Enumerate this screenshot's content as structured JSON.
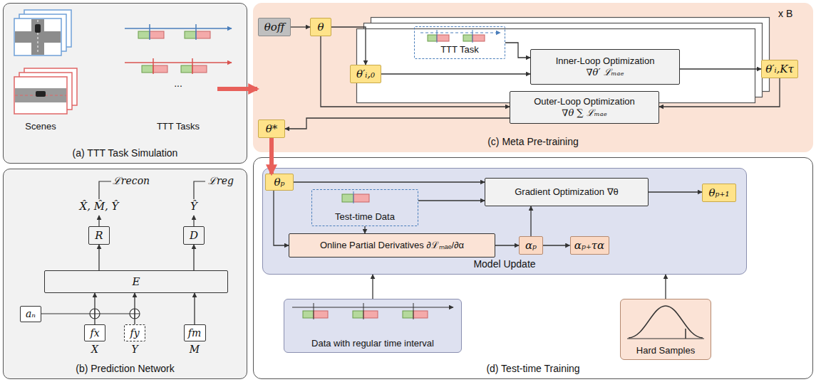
{
  "diagram": {
    "nodes": [
      {
        "text": [
          "(a) TTT Task Simulation"
        ]
      },
      {
        "text": [
          "(b) Prediction Network"
        ]
      },
      {
        "text": [
          "E"
        ],
        "in": 1
      },
      {
        "text": [
          "R"
        ],
        "in": 1
      },
      {
        "text": [
          "D"
        ],
        "in": 1
      },
      {
        "text": [
          "aₙ"
        ],
        "in": 1
      },
      {
        "text": [
          "fx"
        ],
        "in": 1
      },
      {
        "text": [
          "fy"
        ],
        "in": 1
      },
      {
        "text": [
          "fm"
        ],
        "in": 1
      },
      {
        "text": [
          "(c) Meta Pre-training"
        ]
      },
      {
        "text": [
          "θoff"
        ],
        "in": 9
      },
      {
        "text": [
          "θ"
        ],
        "in": 9
      },
      {
        "text": [
          "x B"
        ],
        "in": 9
      },
      {
        "text": [
          "θ′ᵢ,₀"
        ],
        "in": 12
      },
      {
        "text": [
          "TTT Task"
        ],
        "in": 12
      },
      {
        "text": [
          "Inner-Loop Optimization",
          "∇θ′ ℒₘₐₑ"
        ],
        "in": 12
      },
      {
        "text": [
          "θ′ᵢ,Kτ"
        ],
        "in": 9
      },
      {
        "text": [
          "Outer-Loop Optimization",
          "∇θ ∑ ℒₘₐₑ"
        ],
        "in": 9
      },
      {
        "text": [
          "θ*"
        ],
        "in": 9
      },
      {
        "text": [
          "(d) Test-time Training"
        ]
      },
      {
        "text": [
          "Model Update"
        ],
        "in": 19
      },
      {
        "text": [
          "θₚ"
        ],
        "in": 20
      },
      {
        "text": [
          "Test-time Data"
        ],
        "in": 20
      },
      {
        "text": [
          "Gradient Optimization ∇θ"
        ],
        "in": 20
      },
      {
        "text": [
          "θₚ₊₁"
        ],
        "in": 20
      },
      {
        "text": [
          "Online Partial Derivatives ∂ℒₘₐₑ/∂α"
        ],
        "in": 20
      },
      {
        "text": [
          "αₚ"
        ],
        "in": 20
      },
      {
        "text": [
          "αₚ₊τα"
        ],
        "in": 20
      },
      {
        "text": [
          "Data with regular time interval"
        ],
        "in": 19
      },
      {
        "text": [
          "Hard Samples"
        ],
        "in": 19
      }
    ],
    "edges": [
      {
        "from": 0,
        "to": 9,
        "arrow": "to"
      },
      {
        "from": 6,
        "to": 2,
        "arrow": "to"
      },
      {
        "from": 7,
        "to": 2,
        "arrow": "to"
      },
      {
        "from": 8,
        "to": 2,
        "arrow": "to"
      },
      {
        "from": 2,
        "to": 3,
        "arrow": "to"
      },
      {
        "from": 2,
        "to": 4,
        "arrow": "to"
      },
      {
        "from": 10,
        "to": 11,
        "arrow": "to"
      },
      {
        "from": 11,
        "to": 13,
        "arrow": "to"
      },
      {
        "from": 11,
        "to": 17,
        "arrow": "to"
      },
      {
        "from": 14,
        "to": 15,
        "arrow": "to"
      },
      {
        "from": 13,
        "to": 15,
        "arrow": "to"
      },
      {
        "from": 15,
        "to": 16,
        "arrow": "to"
      },
      {
        "from": 16,
        "to": 17,
        "arrow": "to"
      },
      {
        "from": 17,
        "to": 18,
        "arrow": "to"
      },
      {
        "from": 18,
        "to": 21,
        "arrow": "to"
      },
      {
        "from": 21,
        "to": 23,
        "arrow": "to"
      },
      {
        "from": 22,
        "to": 23,
        "arrow": "to"
      },
      {
        "from": 22,
        "to": 25,
        "arrow": "to"
      },
      {
        "from": 21,
        "to": 25,
        "arrow": "to"
      },
      {
        "from": 25,
        "to": 26,
        "arrow": "to"
      },
      {
        "from": 26,
        "to": 23,
        "arrow": "to"
      },
      {
        "from": 26,
        "to": 27,
        "arrow": "to"
      },
      {
        "from": 23,
        "to": 24,
        "arrow": "to"
      },
      {
        "from": 28,
        "to": 20,
        "arrow": "to"
      },
      {
        "from": 29,
        "to": 20,
        "arrow": "to"
      }
    ],
    "labels": [
      "Scenes",
      "TTT Tasks",
      "...",
      "ℒrecon",
      "ℒreg",
      "X̂, M̂, Ŷ",
      "Ŷ",
      "X",
      "Y",
      "M"
    ]
  }
}
